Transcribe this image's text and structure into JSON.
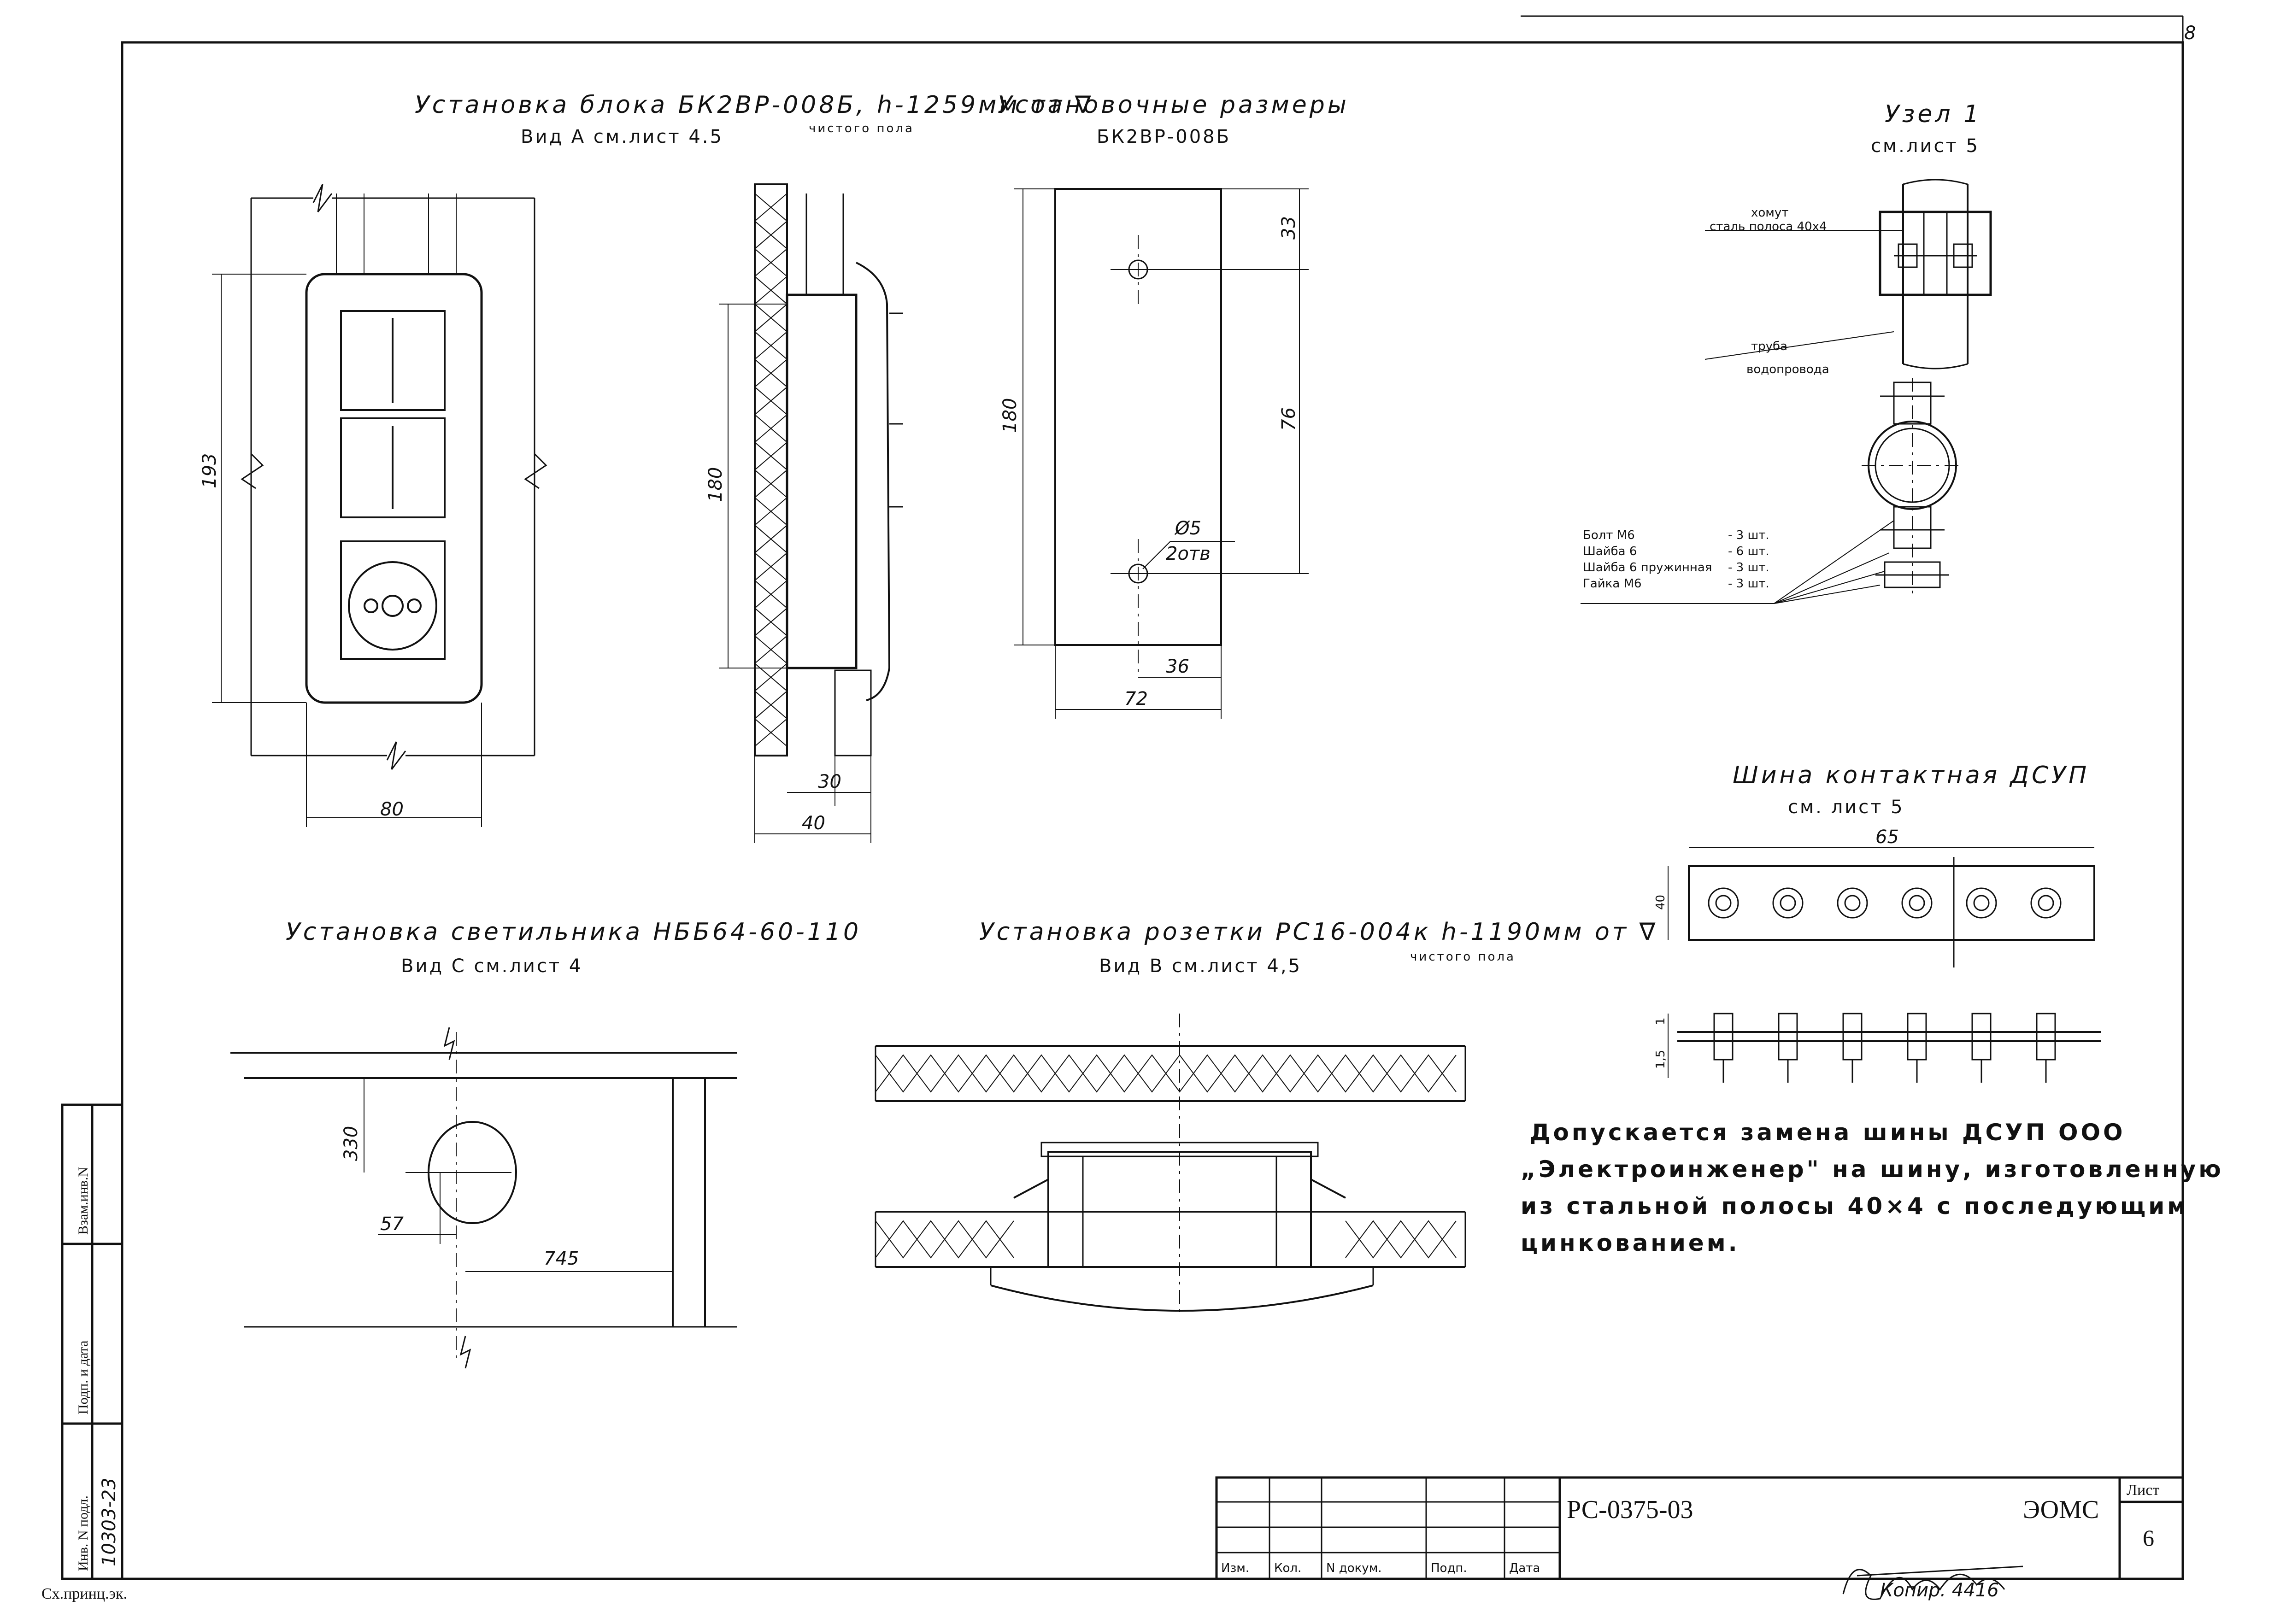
{
  "page_number": "8",
  "block_install": {
    "title": "Установка блока БК2ВР-008Б, h-1259мм от ∇",
    "title_tail": "чистого пола",
    "view": "Вид А см.лист 4.5",
    "dims": {
      "height": "193",
      "width": "80",
      "depth_height": "180",
      "depth": "40",
      "depth_inner": "30"
    }
  },
  "mount_dims": {
    "title": "Установочные размеры",
    "model": "БК2ВР-008Б",
    "dims": {
      "h": "180",
      "top": "33",
      "mid": "76",
      "hole": "Ø5",
      "holes": "2отв",
      "half": "36",
      "w": "72"
    }
  },
  "node1": {
    "title": "Узел 1",
    "ref": "см.лист 5",
    "labels": {
      "clamp": "хомут",
      "clamp_detail": "сталь полоса 40х4",
      "pipe": "труба",
      "pipe_detail": "водопровода"
    },
    "parts": [
      {
        "name": "Болт М6",
        "qty": "- 3 шт."
      },
      {
        "name": "Шайба 6",
        "qty": "- 6 шт."
      },
      {
        "name": "Шайба 6 пружинная",
        "qty": "- 3 шт."
      },
      {
        "name": "Гайка М6",
        "qty": "- 3 шт."
      }
    ]
  },
  "bus": {
    "title": "Шина контактная ДСУП",
    "ref": "см. лист 5",
    "dims": {
      "length": "65",
      "height": "40",
      "side_1": "1",
      "side_2": "1,5"
    }
  },
  "lamp_install": {
    "title": "Установка светильника НББ64-60-110",
    "view": "Вид С см.лист 4",
    "dims": {
      "d1": "330",
      "d2": "57",
      "d3": "745"
    }
  },
  "socket_install": {
    "title": "Установка розетки РС16-004к h-1190мм от ∇",
    "title_tail": "чистого пола",
    "view": "Вид В см.лист 4,5"
  },
  "note": [
    "Допускается замена шины ДСУП ООО",
    "„Электроинженер\" на шину, изготовленную",
    "из стальной полосы 40×4 с последующим",
    "цинкованием."
  ],
  "stamp": {
    "code": "РС-0375-03",
    "org": "ЭОМС",
    "sheet_label": "Лист",
    "sheet": "6",
    "cols": [
      "Изм.",
      "Кол.",
      "N докум.",
      "Подп.",
      "Дата"
    ],
    "signature": "Копир. 4416"
  },
  "side_stamp": [
    "Взам.инв.N",
    "Подп. и дата",
    "Инв. N подл."
  ],
  "side_stamp_value": "10303-23",
  "bottom_left": "Сх.принц.эк."
}
